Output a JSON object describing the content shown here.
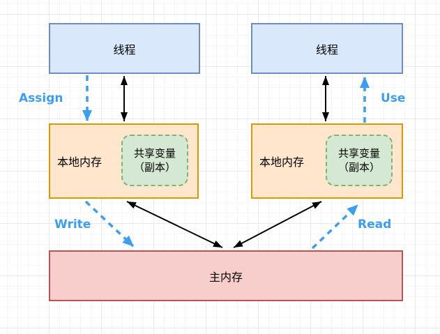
{
  "diagram": {
    "threads": [
      {
        "label": "线程"
      },
      {
        "label": "线程"
      }
    ],
    "local_memories": [
      {
        "label": "本地内存",
        "shared_variable": {
          "line1": "共享变量",
          "line2": "（副本）"
        }
      },
      {
        "label": "本地内存",
        "shared_variable": {
          "line1": "共享变量",
          "line2": "（副本）"
        }
      }
    ],
    "main_memory": {
      "label": "主内存"
    },
    "edges": {
      "assign": "Assign",
      "use": "Use",
      "write": "Write",
      "read": "Read"
    },
    "colors": {
      "thread_fill": "#dae8fc",
      "thread_border": "#6c8ebf",
      "local_fill": "#ffe6cc",
      "local_border": "#d79b00",
      "shared_fill": "#d5e8d4",
      "shared_border": "#82b366",
      "main_fill": "#f8cecc",
      "main_border": "#b85450",
      "dashed_arrow": "#3b9ef3",
      "solid_arrow": "#000000"
    }
  }
}
